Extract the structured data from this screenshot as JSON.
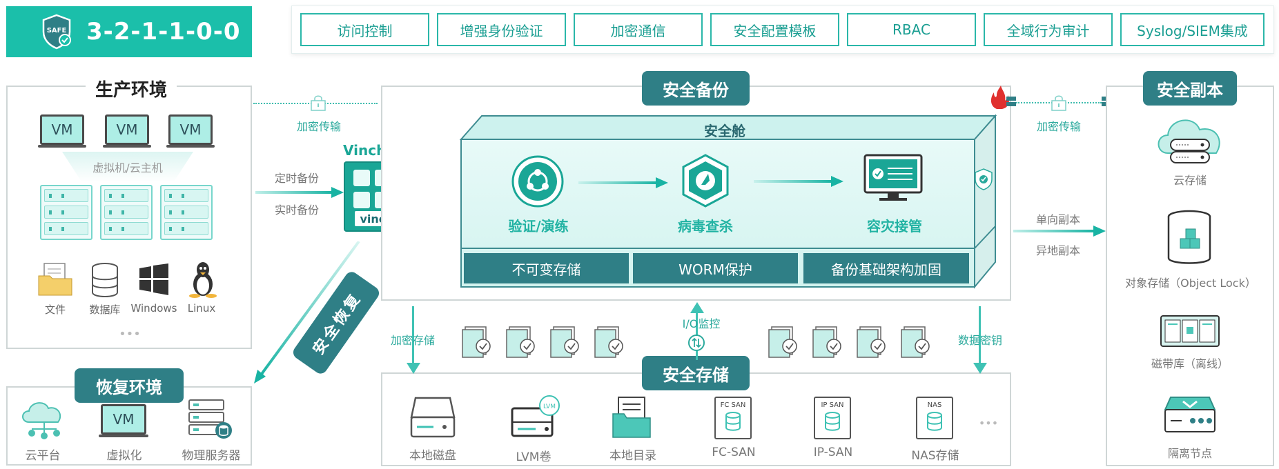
{
  "header": {
    "badge_title": "3-2-1-1-0-0",
    "badge_icon": "safe-shield-icon",
    "shield_text": "SAFE"
  },
  "features": [
    "访问控制",
    "增强身份验证",
    "加密通信",
    "安全配置模板",
    "RBAC",
    "全域行为审计",
    "Syslog/SIEM集成"
  ],
  "production": {
    "title": "生产环境",
    "vm_label": "VM",
    "vm_group_label": "虚拟机/云主机",
    "items": [
      "文件",
      "数据库",
      "Windows",
      "Linux"
    ],
    "more": "•••"
  },
  "links": {
    "encrypted_transfer_left": "加密传输",
    "encrypted_transfer_right": "加密传输",
    "scheduled_backup": "定时备份",
    "realtime_backup": "实时备份",
    "one_way_copy": "单向副本",
    "offsite_copy": "异地副本",
    "encrypted_storage": "加密存储",
    "io_monitor": "I/O监控",
    "data_key": "数据密钥"
  },
  "vinchin": {
    "name": "VinchinDR",
    "logo_text": "vinchin"
  },
  "secure_backup": {
    "title": "安全备份",
    "cabin_title": "安全舱",
    "steps": [
      "验证/演练",
      "病毒查杀",
      "容灾接管"
    ],
    "bars": [
      "不可变存储",
      "WORM保护",
      "备份基础架构加固"
    ]
  },
  "secure_restore": {
    "label": "安全恢复"
  },
  "recovery": {
    "title": "恢复环境",
    "vm_label": "VM",
    "items": [
      "云平台",
      "虚拟化",
      "物理服务器"
    ]
  },
  "secure_storage": {
    "title": "安全存储",
    "items": [
      "本地磁盘",
      "LVM卷",
      "本地目录",
      "FC-SAN",
      "IP-SAN",
      "NAS存储"
    ],
    "badges": [
      "LVM",
      "FC SAN",
      "IP SAN",
      "NAS"
    ],
    "more": "•••"
  },
  "secure_copy": {
    "title": "安全副本",
    "items": [
      "云存储",
      "对象存储（Object Lock）",
      "磁带库（离线）",
      "隔离节点"
    ]
  },
  "colors": {
    "teal": "#1bbfaa",
    "dark_teal": "#2f7f86",
    "accent": "#2ab7a9",
    "fire": "#e0312f"
  }
}
